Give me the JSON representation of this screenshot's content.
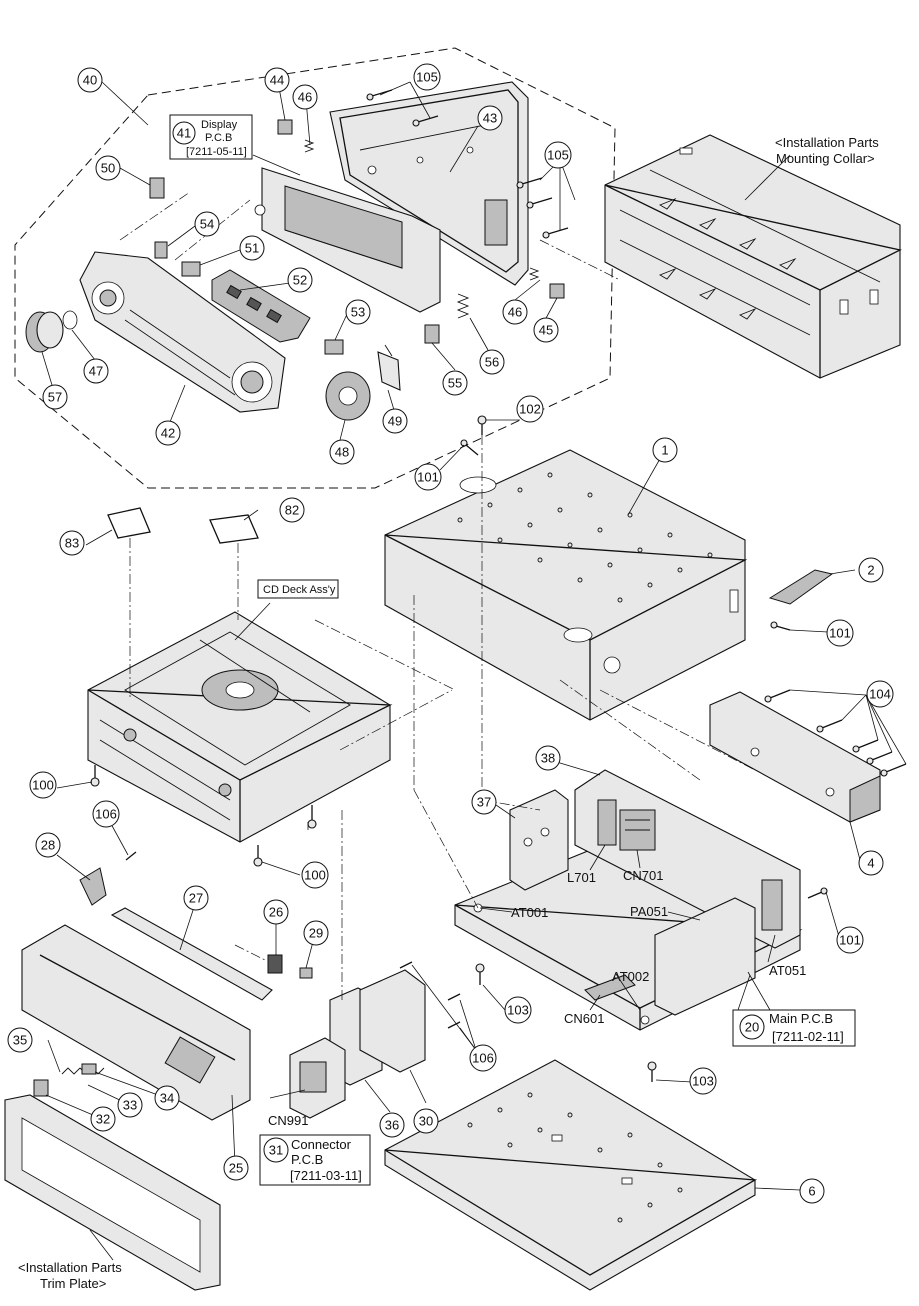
{
  "callouts": {
    "c1": "1",
    "c2": "2",
    "c4": "4",
    "c6": "6",
    "c20": "20",
    "c25": "25",
    "c26": "26",
    "c27": "27",
    "c28": "28",
    "c29": "29",
    "c30": "30",
    "c31": "31",
    "c32": "32",
    "c33": "33",
    "c34": "34",
    "c35": "35",
    "c36": "36",
    "c37": "37",
    "c38": "38",
    "c40": "40",
    "c41": "41",
    "c42": "42",
    "c43": "43",
    "c44": "44",
    "c45": "45",
    "c46a": "46",
    "c46b": "46",
    "c47": "47",
    "c48": "48",
    "c49": "49",
    "c50": "50",
    "c51": "51",
    "c52": "52",
    "c53": "53",
    "c54": "54",
    "c55": "55",
    "c56": "56",
    "c57": "57",
    "c82": "82",
    "c83": "83",
    "c100a": "100",
    "c100b": "100",
    "c101a": "101",
    "c101b": "101",
    "c101c": "101",
    "c102": "102",
    "c103a": "103",
    "c103b": "103",
    "c104": "104",
    "c105a": "105",
    "c105b": "105",
    "c106a": "106",
    "c106b": "106"
  },
  "labels": {
    "display_pcb": {
      "line1": "Display",
      "line2": "P.C.B",
      "code": "[7211-05-11]"
    },
    "main_pcb": {
      "line1": "Main P.C.B",
      "code": "[7211-02-11]"
    },
    "connector_pcb": {
      "line1": "Connector",
      "line2": "P.C.B",
      "code": "[7211-03-11]"
    },
    "cd_deck": "CD Deck Ass'y",
    "mounting_collar": {
      "line1": "<Installation Parts",
      "line2": "Mounting Collar>"
    },
    "trim_plate": {
      "line1": "<Installation Parts",
      "line2": "Trim Plate>"
    },
    "refs": {
      "L701": "L701",
      "CN701": "CN701",
      "AT001": "AT001",
      "PA051": "PA051",
      "AT002": "AT002",
      "AT051": "AT051",
      "CN601": "CN601",
      "CN991": "CN991"
    }
  }
}
